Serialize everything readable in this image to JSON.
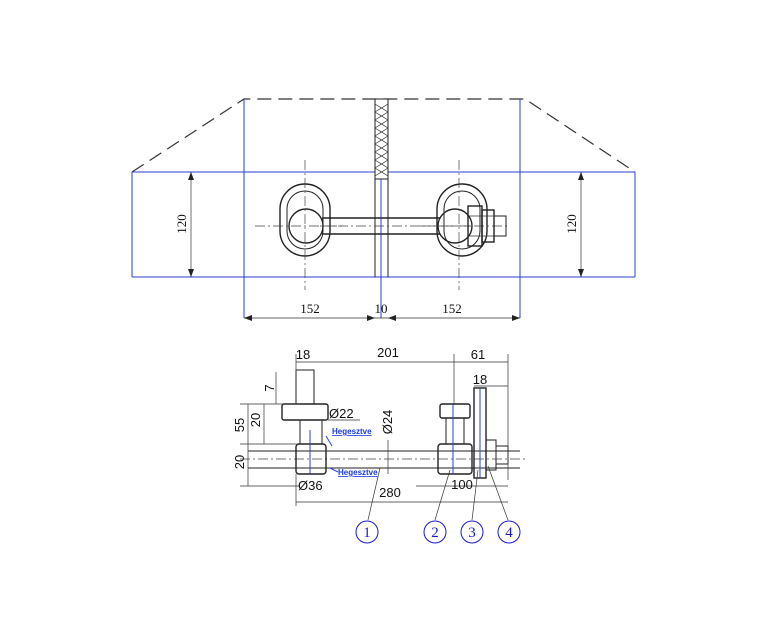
{
  "top_view": {
    "dim_left_height": "120",
    "dim_right_height": "120",
    "dim_left_width": "152",
    "dim_gap": "10",
    "dim_right_width": "152"
  },
  "side_view": {
    "dim_18_top": "18",
    "dim_201": "201",
    "dim_61": "61",
    "dim_18_right": "18",
    "dim_7": "7",
    "dim_20_upper": "20",
    "dim_55": "55",
    "dim_20_lower": "20",
    "dim_d22": "Ø22",
    "dim_d24": "Ø24",
    "dim_d36": "Ø36",
    "dim_100": "100",
    "dim_280": "280",
    "weld_top": "Hegesztve",
    "weld_bottom": "Hegesztve"
  },
  "callouts": [
    "1",
    "2",
    "3",
    "4"
  ],
  "colors": {
    "outline": "#222222",
    "construction": "#2a3fd0",
    "callout": "#1a1acc"
  }
}
